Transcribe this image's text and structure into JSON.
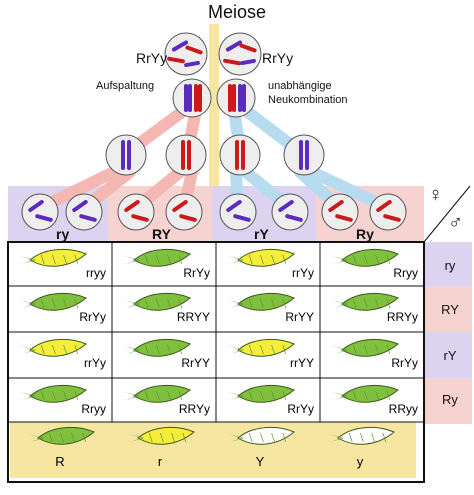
{
  "title": "Meiose",
  "parent_genotype": "RrYy",
  "labels": {
    "segregation": "Aufspaltung",
    "recombination_line1": "unabhängige",
    "recombination_line2": "Neukombination"
  },
  "gametes": [
    "ry",
    "RY",
    "rY",
    "Ry"
  ],
  "symbols": {
    "female": "♀",
    "male": "♂"
  },
  "colors": {
    "pink_band": "#f6d3d1",
    "blue_band": "#cfe7f3",
    "purple_band": "#dcd3f1",
    "yellow_band": "#f7e6a1",
    "chrom_red": "#cc1a1a",
    "chrom_purple": "#5b2bbd",
    "pea_green": "#7fc13f",
    "pea_yellow": "#f4ee3a",
    "pea_white": "#ffffff"
  },
  "grid": {
    "row_gametes": [
      "ry",
      "RY",
      "rY",
      "Ry"
    ],
    "rows": [
      [
        {
          "g": "rryy",
          "c": "yellow"
        },
        {
          "g": "RrYy",
          "c": "green"
        },
        {
          "g": "rrYy",
          "c": "yellow"
        },
        {
          "g": "Rryy",
          "c": "green"
        }
      ],
      [
        {
          "g": "RrYy",
          "c": "green"
        },
        {
          "g": "RRYY",
          "c": "green"
        },
        {
          "g": "RrYY",
          "c": "green"
        },
        {
          "g": "RRYy",
          "c": "green"
        }
      ],
      [
        {
          "g": "rrYy",
          "c": "yellow"
        },
        {
          "g": "RrYY",
          "c": "green"
        },
        {
          "g": "rrYY",
          "c": "yellow"
        },
        {
          "g": "RrYy",
          "c": "green"
        }
      ],
      [
        {
          "g": "Rryy",
          "c": "green"
        },
        {
          "g": "RRYy",
          "c": "green"
        },
        {
          "g": "RrYy",
          "c": "green"
        },
        {
          "g": "RRyy",
          "c": "green"
        }
      ]
    ]
  },
  "legend": [
    {
      "allele": "R",
      "pea": "green"
    },
    {
      "allele": "r",
      "pea": "yellow"
    },
    {
      "allele": "Y",
      "pea": "white"
    },
    {
      "allele": "y",
      "pea": "white"
    }
  ]
}
